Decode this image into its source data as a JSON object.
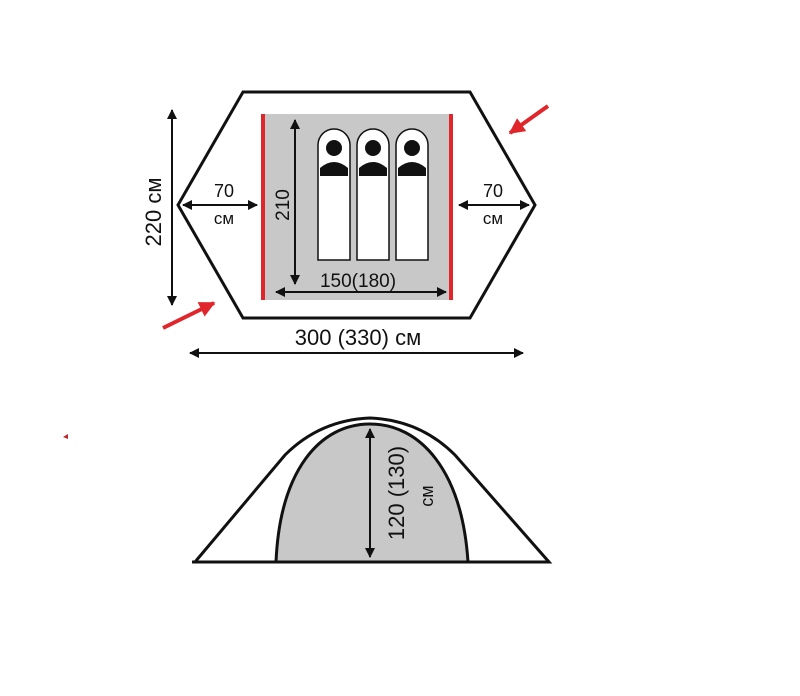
{
  "top_view": {
    "width_label": "300 (330) см",
    "depth_label": "220 см",
    "inner_length_label": "210",
    "inner_width_label": "150(180)",
    "left_vestibule": {
      "value": "70",
      "unit": "см"
    },
    "right_vestibule": {
      "value": "70",
      "unit": "см"
    },
    "sleeping_places": 3
  },
  "side_view": {
    "height_label": "120 (130)",
    "height_unit": "см"
  },
  "colors": {
    "accent": "#e0262b",
    "floor": "#c8c8c8",
    "outline": "#111111"
  }
}
